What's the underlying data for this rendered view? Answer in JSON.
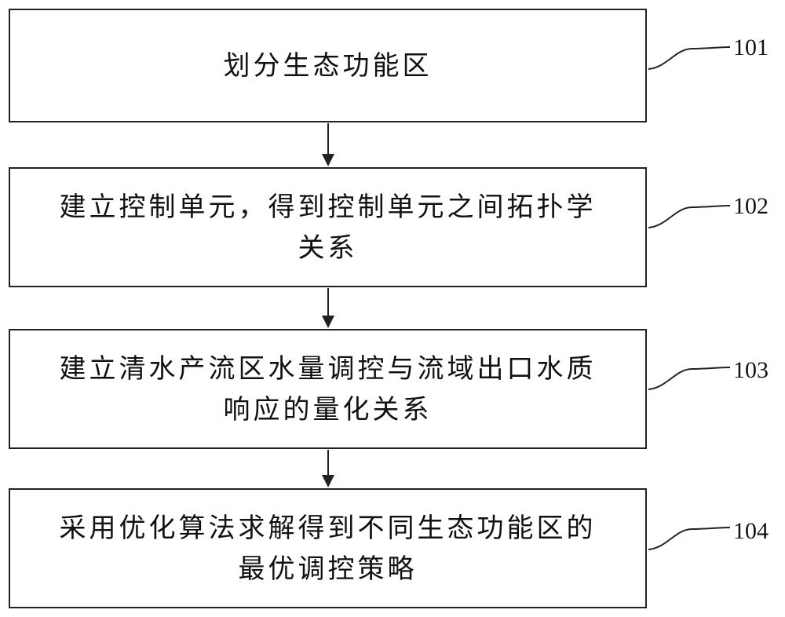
{
  "steps": [
    {
      "id": "101",
      "lines": [
        "划分生态功能区"
      ]
    },
    {
      "id": "102",
      "lines": [
        "建立控制单元，得到控制单元之间拓扑学",
        "关系"
      ]
    },
    {
      "id": "103",
      "lines": [
        "建立清水产流区水量调控与流域出口水质",
        "响应的量化关系"
      ]
    },
    {
      "id": "104",
      "lines": [
        "采用优化算法求解得到不同生态功能区的",
        "最优调控策略"
      ]
    }
  ],
  "refs": [
    "101",
    "102",
    "103",
    "104"
  ],
  "colors": {
    "line": "#222222",
    "background": "#ffffff",
    "text": "#111111"
  }
}
